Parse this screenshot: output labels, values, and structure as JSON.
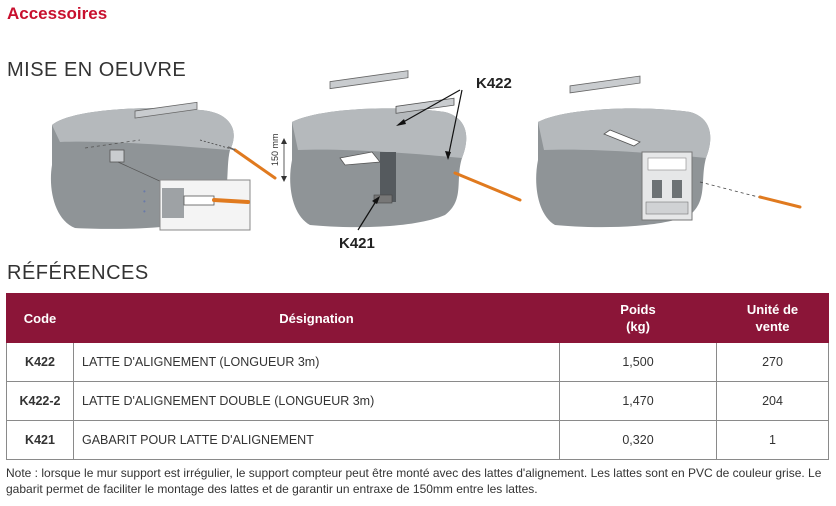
{
  "header": {
    "title": "Accessoires"
  },
  "sections": {
    "mise": "MISE EN OEUVRE",
    "references": "RÉFÉRENCES"
  },
  "illustration": {
    "label_k422": "K422",
    "label_k421": "K421",
    "dimension": "150 mm"
  },
  "table": {
    "headers": {
      "code": "Code",
      "designation": "Désignation",
      "poids": "Poids (kg)",
      "unite": "Unité de vente"
    },
    "rows": [
      {
        "code": "K422",
        "designation": "LATTE D'ALIGNEMENT (LONGUEUR 3m)",
        "poids": "1,500",
        "unite": "270"
      },
      {
        "code": "K422-2",
        "designation": "LATTE D'ALIGNEMENT DOUBLE (LONGUEUR 3m)",
        "poids": "1,470",
        "unite": "204"
      },
      {
        "code": "K421",
        "designation": "GABARIT POUR LATTE D'ALIGNEMENT",
        "poids": "0,320",
        "unite": "1"
      }
    ]
  },
  "note": "Note : lorsque le mur support est irrégulier, le support compteur peut être monté avec des lattes d'alignement. Les lattes sont en PVC de couleur grise. Le gabarit permet de faciliter le montage des lattes et de garantir un entraxe de 150mm entre les lattes.",
  "colors": {
    "accent": "#c8102e",
    "table_header": "#8b1538",
    "wall": "#8f9497",
    "bar": "#b9bdc0",
    "screwdriver": "#e07a1f"
  }
}
